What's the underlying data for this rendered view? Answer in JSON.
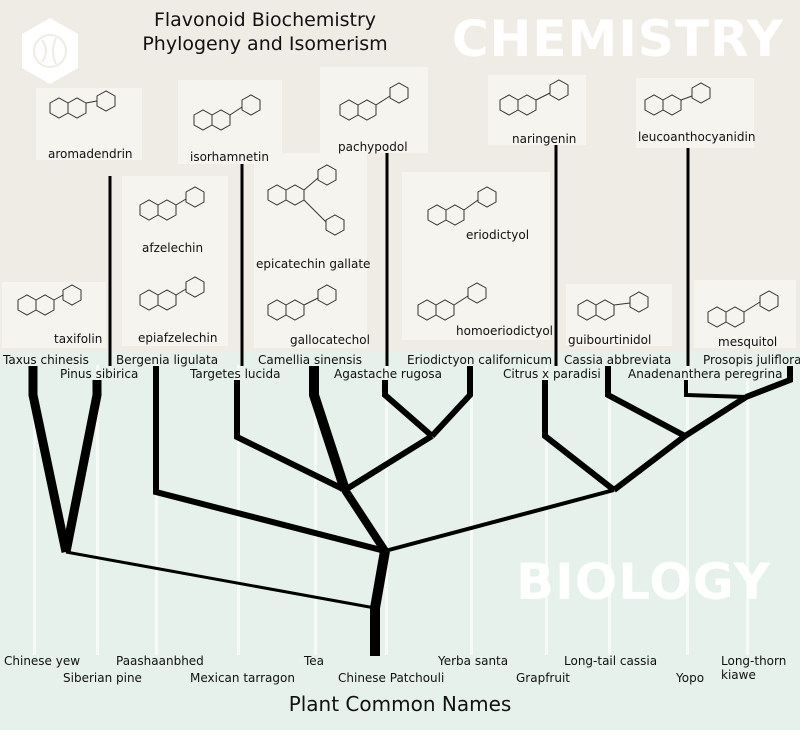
{
  "title": {
    "line1": "Flavonoid Biochemistry",
    "line2": "Phylogeny and Isomerism"
  },
  "section_top": "CHEMISTRY",
  "section_bottom": "BIOLOGY",
  "logo_icon": "hexagon-logo-icon",
  "compounds": {
    "taxifolin": "taxifolin",
    "aromadendrin": "aromadendrin",
    "epiafzelechin": "epiafzelechin",
    "afzelechin": "afzelechin",
    "isorhamnetin": "isorhamnetin",
    "epicatechin_gallate": "epicatechin gallate",
    "gallocatechol": "gallocatechol",
    "pachypodol": "pachypodol",
    "eriodictyol": "eriodictyol",
    "homoeriodictyol": "homoeriodictyol",
    "naringenin": "naringenin",
    "guibourtinidol": "guibourtinidol",
    "leucoanthocyanidin": "leucoanthocyanidin",
    "mesquitol": "mesquitol"
  },
  "species": {
    "taxus": "Taxus chinesis",
    "pinus": "Pinus sibirica",
    "bergenia": "Bergenia ligulata",
    "tagetes": "Targetes lucida",
    "camellia": "Camellia sinensis",
    "agastache": "Agastache rugosa",
    "eriodictyon": "Eriodictyon californicum",
    "citrus": "Citrus x paradisi",
    "cassia": "Cassia abbreviata",
    "anadenanthera": "Anadenanthera peregrina",
    "prosopis": "Prosopis juliflora"
  },
  "common_names": {
    "yew": "Chinese yew",
    "pine": "Siberian pine",
    "paashaan": "Paashaanbhed",
    "tarragon": "Mexican tarragon",
    "tea": "Tea",
    "patchouli": "Chinese Patchouli",
    "yerba": "Yerba santa",
    "grapfruit": "Grapfruit",
    "cassia": "Long-tail cassia",
    "yopo": "Yopo",
    "kiawe_line1": "Long-thorn",
    "kiawe_line2": "kiawe"
  },
  "axis_title": "Plant Common Names",
  "colors": {
    "chem_bg": "#efece6",
    "bio_bg": "#e5f1ea",
    "card_bg": "#f6f4ef",
    "tree": "#000000"
  }
}
